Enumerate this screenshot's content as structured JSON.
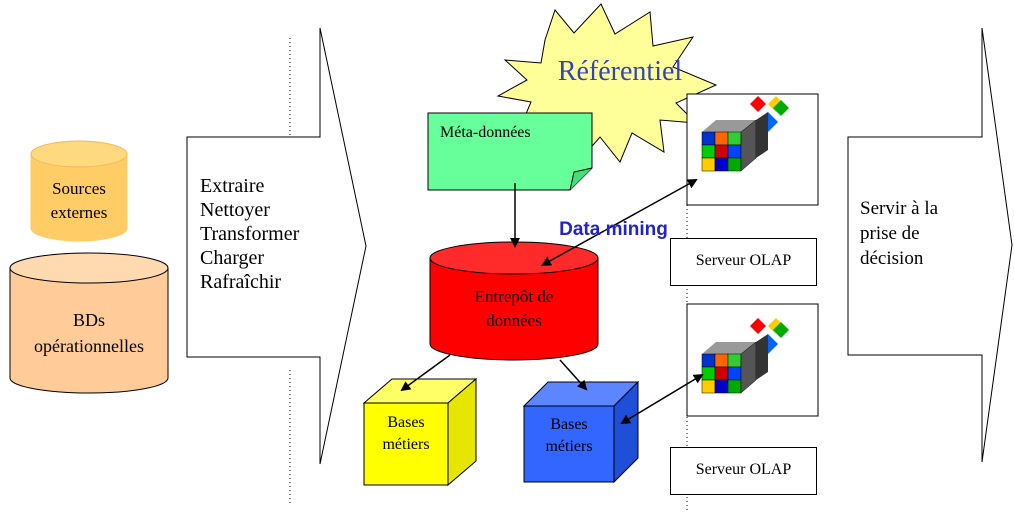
{
  "sources": {
    "externes": [
      "Sources",
      "externes"
    ],
    "operationnelles": [
      "BDs",
      "opérationnelles"
    ]
  },
  "etl": {
    "steps": [
      "Extraire",
      "Nettoyer",
      "Transformer",
      "Charger",
      "Rafraîchir"
    ]
  },
  "referentiel": {
    "label": "Référentiel"
  },
  "metadata": {
    "label": "Méta-données"
  },
  "warehouse": {
    "label": [
      "Entrepôt de",
      "données"
    ]
  },
  "data_mining": {
    "label": "Data mining"
  },
  "bases_metiers": [
    {
      "label": [
        "Bases",
        "métiers"
      ]
    },
    {
      "label": [
        "Bases",
        "métiers"
      ]
    }
  ],
  "olap": [
    {
      "label": "Serveur OLAP"
    },
    {
      "label": "Serveur OLAP"
    }
  ],
  "decision": {
    "lines": [
      "Servir à la",
      "prise de",
      "décision"
    ]
  },
  "colors": {
    "sources_externes": "#ffcc66",
    "bd_operationnelles": "#ffcc99",
    "metadata": "#66ff99",
    "warehouse": "#ff0000",
    "referentiel": "#ffff99",
    "bases_jaune": "#ffff00",
    "bases_bleu": "#3366ff",
    "data_mining_text": "#2222cc"
  }
}
